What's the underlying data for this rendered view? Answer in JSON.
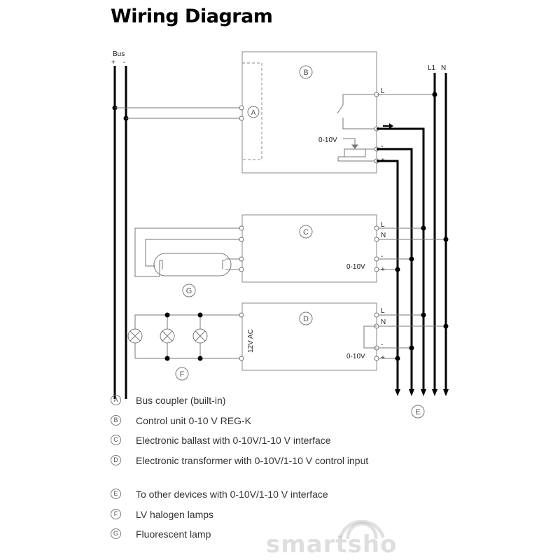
{
  "title": "Wiring Diagram",
  "bus": {
    "label": "Bus",
    "plus": "+",
    "minus": "-"
  },
  "mains": {
    "l1": "L1",
    "n": "N"
  },
  "terminals": {
    "L": "L",
    "N": "N",
    "minus": "-",
    "plus": "+",
    "ten_volt": "0-10V",
    "twelve_v_ac": "12V  AC"
  },
  "badges": {
    "A": "A",
    "B": "B",
    "C": "C",
    "D": "D",
    "E": "E",
    "F": "F",
    "G": "G"
  },
  "legend": [
    {
      "letter": "A",
      "text": "Bus coupler (built-in)"
    },
    {
      "letter": "B",
      "text": "Control unit 0-10 V REG-K"
    },
    {
      "letter": "C",
      "text": "Electronic ballast with 0-10V/1-10 V interface"
    },
    {
      "letter": "D",
      "text": "Electronic transformer with 0-10V/1-10 V control input"
    },
    {
      "letter": "E",
      "text": "To other devices with 0-10V/1-10 V interface"
    },
    {
      "letter": "F",
      "text": "LV halogen lamps"
    },
    {
      "letter": "G",
      "text": "Fluorescent lamp"
    }
  ],
  "watermark": "smartsho"
}
